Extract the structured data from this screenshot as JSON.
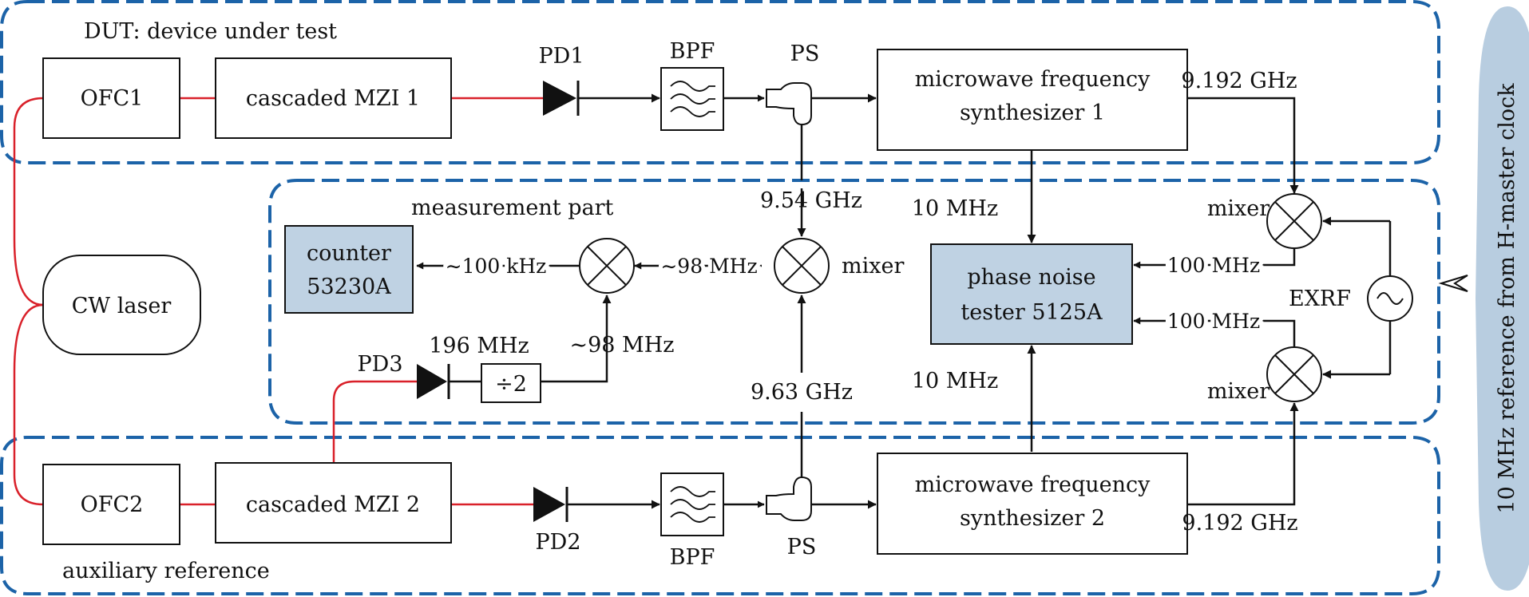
{
  "diagram": {
    "groups": {
      "dut": "DUT: device under test",
      "measurement": "measurement part",
      "auxiliary": "auxiliary reference"
    },
    "blocks": {
      "ofc1": "OFC1",
      "ofc2": "OFC2",
      "mzi1": "cascaded MZI 1",
      "mzi2": "cascaded MZI 2",
      "cw_laser": "CW laser",
      "synth1_line1": "microwave frequency",
      "synth1_line2": "synthesizer 1",
      "synth2_line1": "microwave frequency",
      "synth2_line2": "synthesizer 2",
      "counter_line1": "counter",
      "counter_line2": "53230A",
      "pnt_line1": "phase noise",
      "pnt_line2": "tester 5125A",
      "divider": "÷2"
    },
    "components": {
      "pd1": "PD1",
      "pd2": "PD2",
      "pd3": "PD3",
      "bpf_top": "BPF",
      "bpf_bottom": "BPF",
      "ps_top": "PS",
      "ps_bottom": "PS",
      "mixer_center": "mixer",
      "mixer_right_top": "mixer",
      "mixer_right_bottom": "mixer",
      "exrf": "EXRF"
    },
    "signals": {
      "f_9192_top": "9.192 GHz",
      "f_9192_bottom": "9.192 GHz",
      "f_954": "9.54 GHz",
      "f_963": "9.63 GHz",
      "ref_10mhz_top": "10 MHz",
      "ref_10mhz_bottom": "10 MHz",
      "f_100mhz_top": "100 MHz",
      "f_100mhz_bottom": "100 MHz",
      "f_100khz": "∼100 kHz",
      "f_98mhz_h": "∼98 MHz",
      "f_98mhz_v": "∼98 MHz",
      "f_196mhz": "196 MHz"
    },
    "side_label": "10 MHz reference from H-master clock",
    "colors": {
      "group_border": "#1c63a8",
      "fiber": "#d9212a",
      "filled_block": "#bfd2e3",
      "side_band": "#b8cde0"
    }
  }
}
